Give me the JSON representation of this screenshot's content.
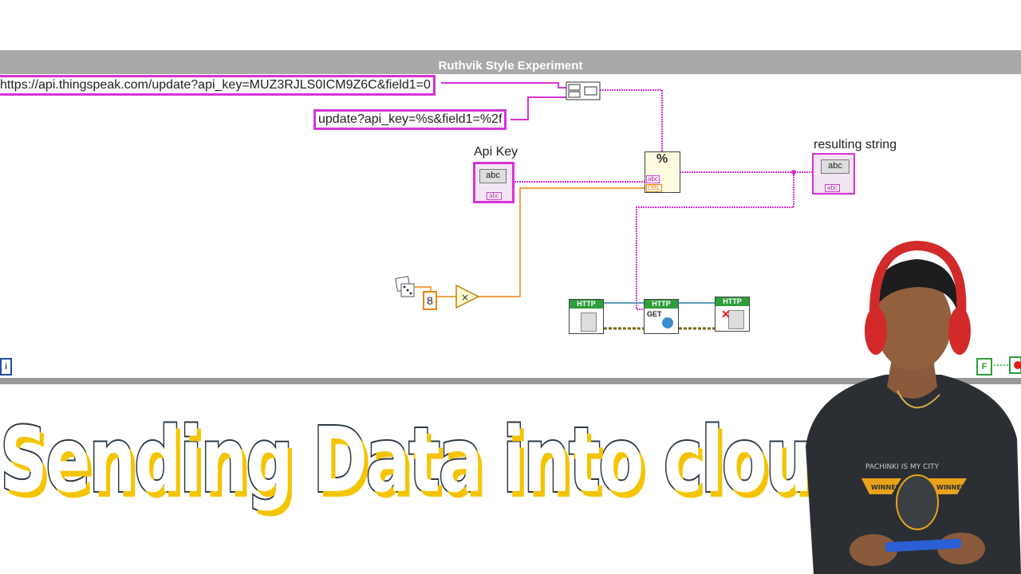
{
  "window": {
    "title": "Ruthvik Style Experiment"
  },
  "diagram": {
    "url_constant": "https://api.thingspeak.com/update?api_key=MUZ3RJLS0ICM9Z6C&field1=0",
    "format_constant": "update?api_key=%s&field1=%2f",
    "api_key_label": "Api Key",
    "api_key_control_text": "abc",
    "result_label": "resulting string",
    "result_indicator_text": "abc",
    "numeric_constant": "8",
    "format_node_symbol": "%",
    "format_node_inputs": [
      "abc",
      "DBL"
    ],
    "http_header": "HTTP",
    "http_get_label": "GET",
    "bool_constant": "F",
    "info_icon": "i"
  },
  "banner": {
    "headline": "Sending Data into cloud"
  },
  "person": {
    "shirt_text": "PACHINKI IS MY CITY",
    "badge_left": "WINNER",
    "badge_right": "WINNER"
  },
  "colors": {
    "string_wire": "#d633d6",
    "numeric_wire": "#e8850c",
    "http_green": "#2f9e3c",
    "headline_shadow": "#f5c400"
  }
}
